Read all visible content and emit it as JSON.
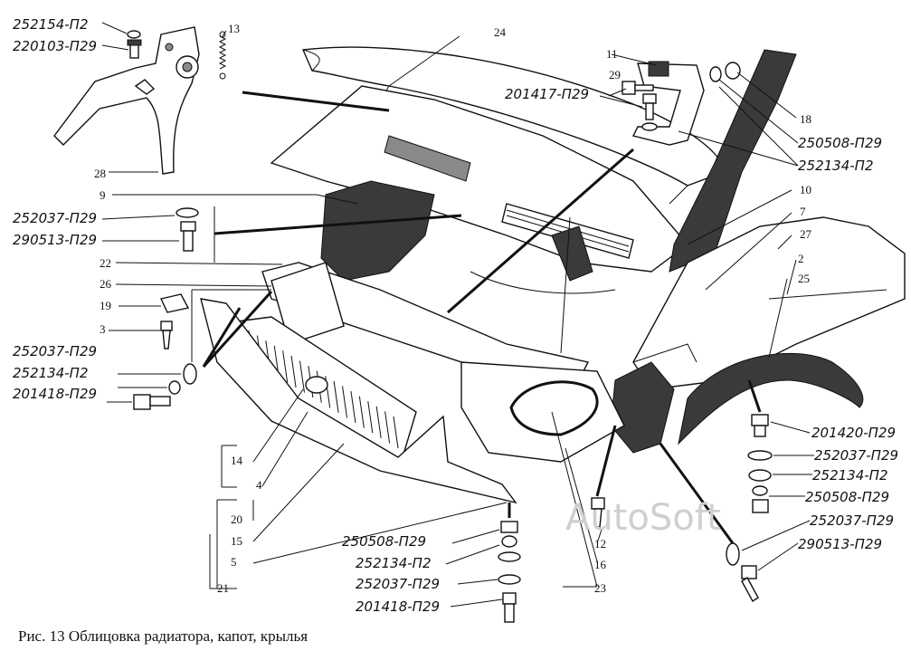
{
  "caption": "Рис. 13 Облицовка радиатора, капот, крылья",
  "watermark": "AutoSoft",
  "part_codes": {
    "c252154_top": "252154-П2",
    "c220103": "220103-П29",
    "c252037_a": "252037-П29",
    "c290513_a": "290513-П29",
    "c252037_b": "252037-П29",
    "c252134_a": "252134-П2",
    "c201418_a": "201418-П29",
    "c201417": "201417-П29",
    "c250508_a": "250508-П29",
    "c252134_b": "252134-П2",
    "c201420": "201420-П29",
    "c252037_c": "252037-П29",
    "c252134_c": "252134-П2",
    "c250508_b": "250508-П29",
    "c252037_d": "252037-П29",
    "c290513_b": "290513-П29",
    "c250508_c": "250508-П29",
    "c252134_d": "252134-П2",
    "c252037_e": "252037-П29",
    "c201418_b": "201418-П29"
  },
  "callouts": {
    "n13": "13",
    "n24": "24",
    "n11": "11",
    "n29": "29",
    "n18": "18",
    "n28": "28",
    "n9": "9",
    "n10": "10",
    "n7": "7",
    "n27": "27",
    "n22": "22",
    "n26": "26",
    "n19": "19",
    "n3": "3",
    "n2": "2",
    "n25": "25",
    "n14": "14",
    "n4": "4",
    "n20": "20",
    "n15": "15",
    "n5": "5",
    "n21": "21",
    "n12": "12",
    "n16": "16",
    "n23": "23"
  }
}
